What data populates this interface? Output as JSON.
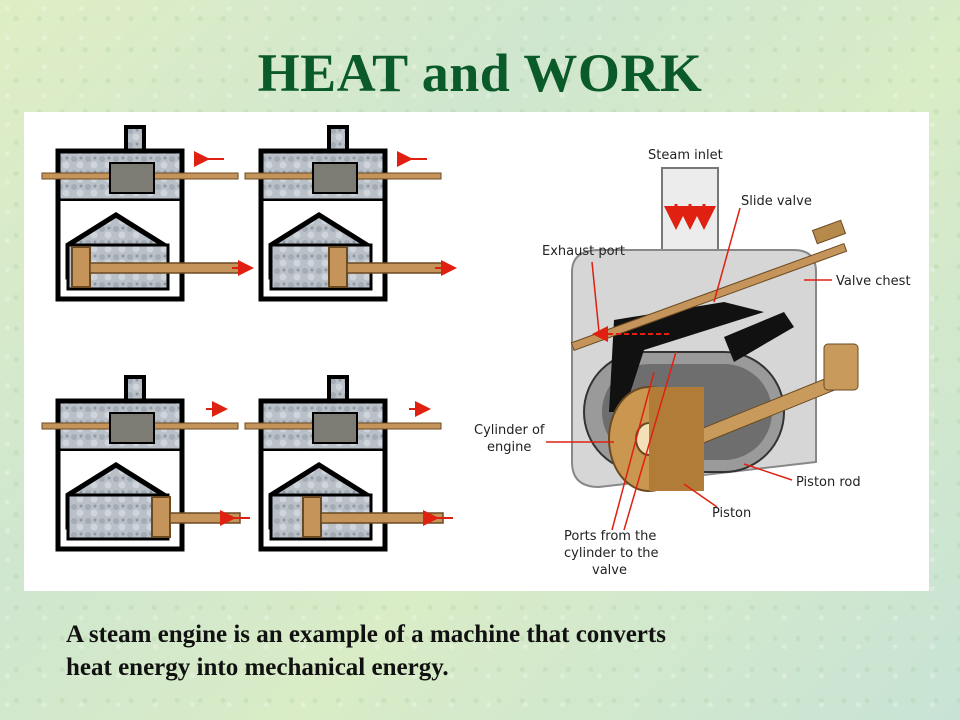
{
  "slide": {
    "title": "HEAT and WORK",
    "caption_line1": "A steam engine is an example of a machine that converts",
    "caption_line2": "heat energy into mechanical energy."
  },
  "diagram": {
    "labels": {
      "steam_inlet": "Steam inlet",
      "slide_valve": "Slide valve",
      "exhaust_port": "Exhaust port",
      "valve_chest": "Valve chest",
      "cylinder_line1": "Cylinder of",
      "cylinder_line2": "engine",
      "piston_rod": "Piston rod",
      "piston": "Piston",
      "ports_line1": "Ports from the",
      "ports_line2": "cylinder to the",
      "ports_line3": "valve"
    },
    "colors": {
      "title": "#0b5a2a",
      "steam": "#b4bcc4",
      "rod": "#c4945a",
      "arrow": "#e02010",
      "casing": "#000000"
    }
  }
}
